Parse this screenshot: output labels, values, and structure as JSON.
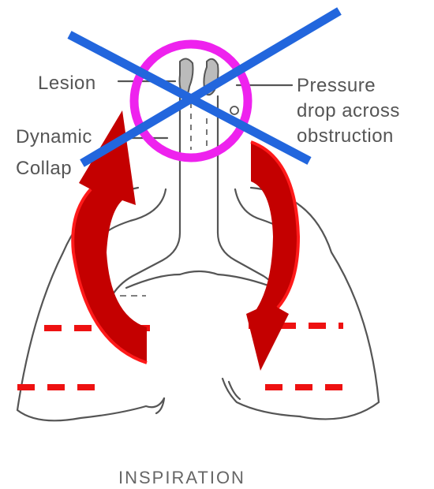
{
  "labels": {
    "lesion": "Lesion",
    "dynamic_line1": "Dynamic",
    "dynamic_line2": "Collap",
    "pressure_line1": "Pressure",
    "pressure_line2": "drop across",
    "pressure_line3": "obstruction",
    "phase": "INSPIRATION",
    "flow_marker": "o"
  },
  "colors": {
    "outline": "#555555",
    "circle": "#ee22ee",
    "cross": "#2266dd",
    "arrow_fill": "#c40000",
    "arrow_edge": "#ff1a1a",
    "dash": "#ee1111"
  }
}
